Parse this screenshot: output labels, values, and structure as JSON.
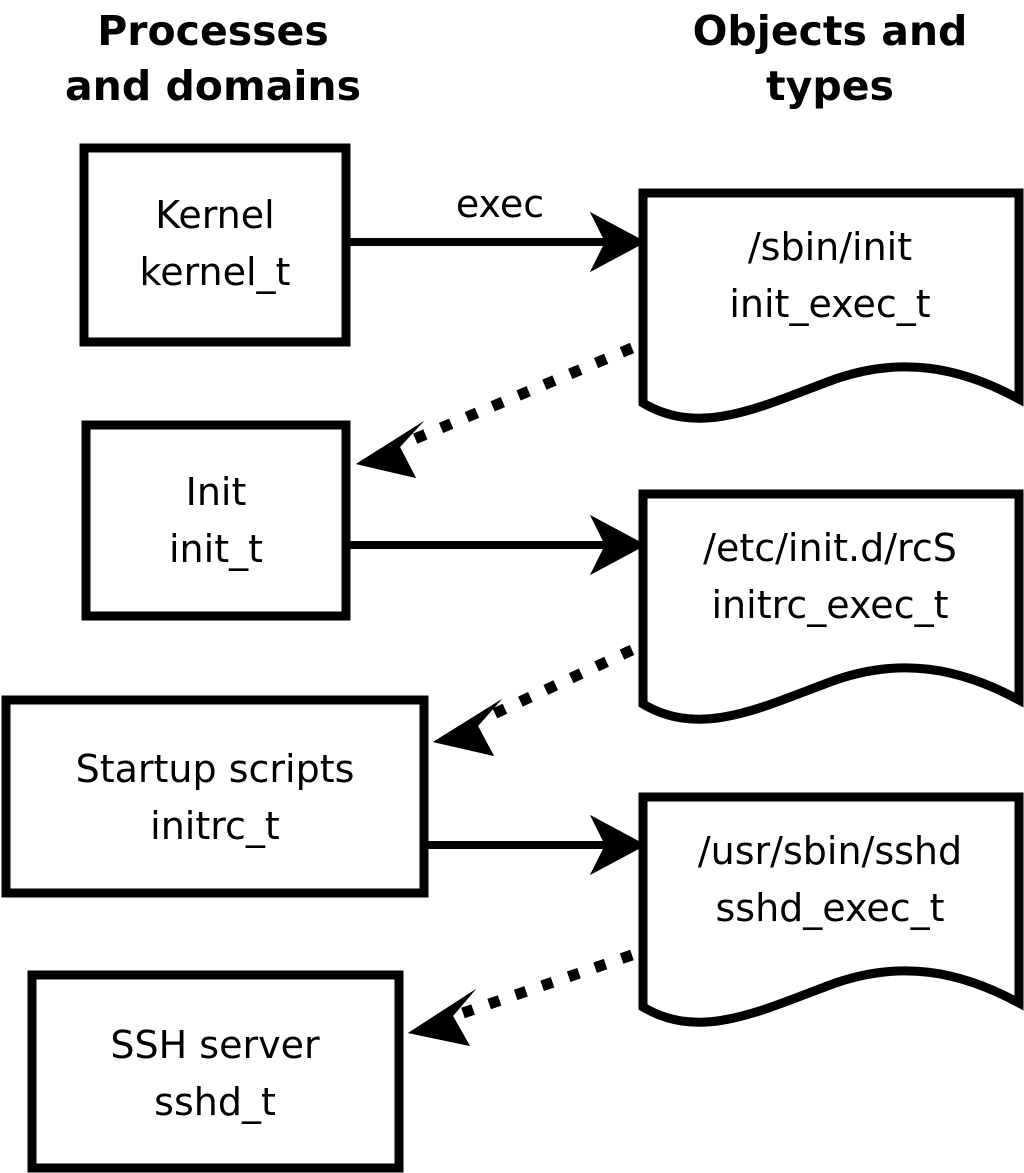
{
  "diagram": {
    "title_left": "Processes\nand domains",
    "columns": [
      {
        "id": "processes",
        "line1": "Processes",
        "line2": "and domains"
      },
      {
        "id": "objects",
        "line1": "Objects and",
        "line2": "types"
      }
    ],
    "process_nodes": [
      {
        "id": "kernel",
        "line1": "Kernel",
        "line2": "kernel_t"
      },
      {
        "id": "init",
        "line1": "Init",
        "line2": "init_t"
      },
      {
        "id": "startup-scripts",
        "line1": "Startup scripts",
        "line2": "initrc_t"
      },
      {
        "id": "ssh-server",
        "line1": "SSH server",
        "line2": "sshd_t"
      }
    ],
    "object_nodes": [
      {
        "id": "sbin-init",
        "line1": "/sbin/init",
        "line2": "init_exec_t"
      },
      {
        "id": "etc-initd-rcs",
        "line1": "/etc/init.d/rcS",
        "line2": "initrc_exec_t"
      },
      {
        "id": "usr-sbin-sshd",
        "line1": "/usr/sbin/sshd",
        "line2": "sshd_exec_t"
      }
    ],
    "edges": [
      {
        "id": "kernel-exec-sbin-init",
        "from": "kernel",
        "to": "sbin-init",
        "label": "exec",
        "style": "solid"
      },
      {
        "id": "sbin-init-transition-init",
        "from": "sbin-init",
        "to": "init",
        "label": "",
        "style": "dotted"
      },
      {
        "id": "init-exec-rcs",
        "from": "init",
        "to": "etc-initd-rcs",
        "label": "",
        "style": "solid"
      },
      {
        "id": "rcs-transition-initrc",
        "from": "etc-initd-rcs",
        "to": "startup-scripts",
        "label": "",
        "style": "dotted"
      },
      {
        "id": "initrc-exec-sshd",
        "from": "startup-scripts",
        "to": "usr-sbin-sshd",
        "label": "",
        "style": "solid"
      },
      {
        "id": "sshd-transition-sshd",
        "from": "usr-sbin-sshd",
        "to": "ssh-server",
        "label": "",
        "style": "dotted"
      }
    ],
    "colors": {
      "stroke": "#000000",
      "fill": "#ffffff",
      "background": "#ffffff"
    }
  }
}
